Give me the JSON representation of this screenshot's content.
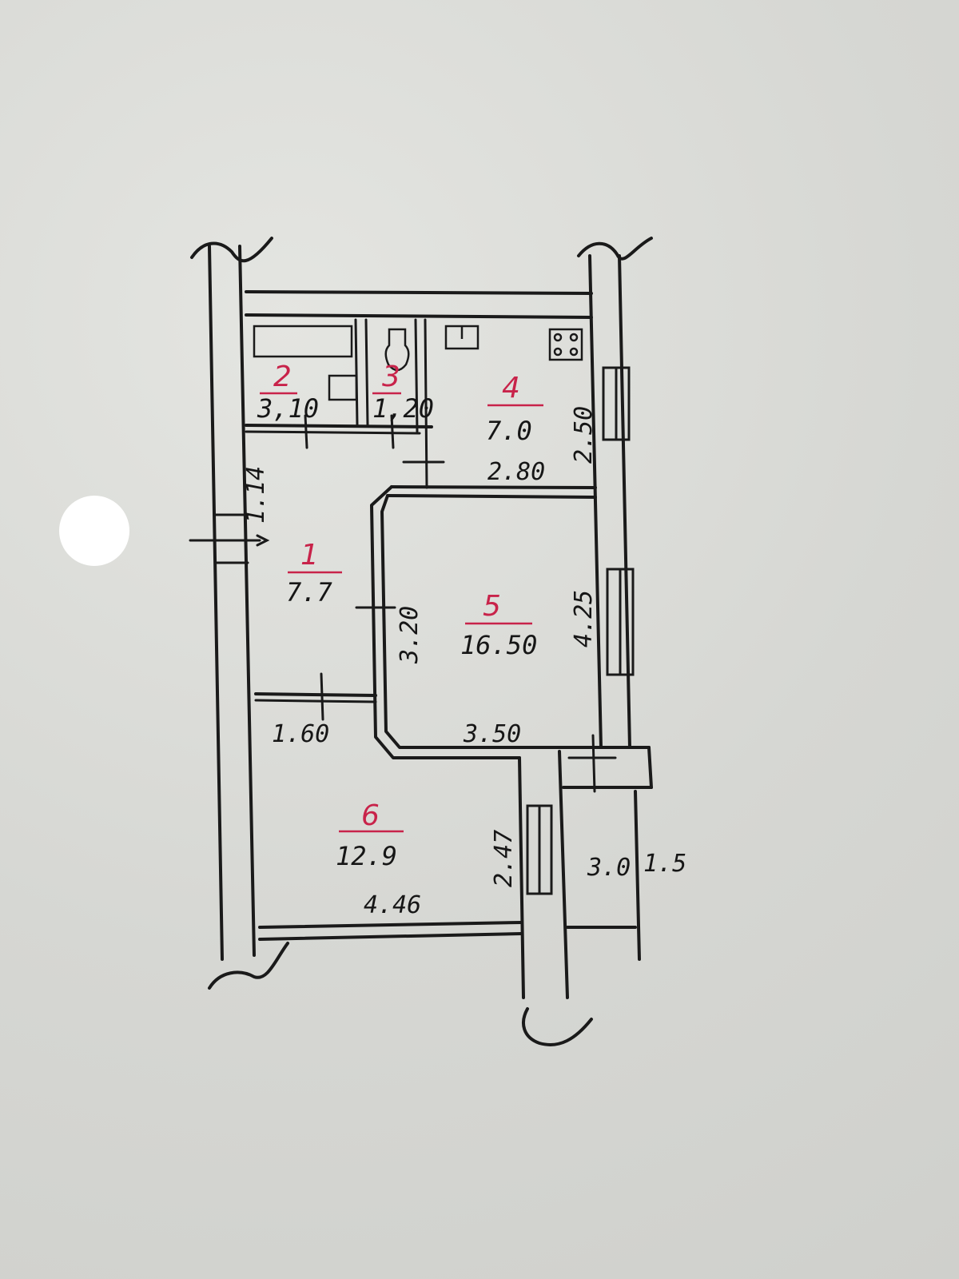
{
  "rooms": [
    {
      "id": "1",
      "number": "1",
      "area": "7.7"
    },
    {
      "id": "2",
      "number": "2",
      "area": "3,10"
    },
    {
      "id": "3",
      "number": "3",
      "area": "1,20"
    },
    {
      "id": "4",
      "number": "4",
      "area": "7.0"
    },
    {
      "id": "5",
      "number": "5",
      "area": "16.50"
    },
    {
      "id": "6",
      "number": "6",
      "area": "12.9"
    }
  ],
  "dimensions": {
    "hall_depth": "1.14",
    "kitchen_width": "2.80",
    "kitchen_depth": "2.50",
    "living_depth_left": "3.20",
    "living_depth_right": "4.25",
    "living_width": "3.50",
    "hall_width": "1.60",
    "bedroom_depth": "2.47",
    "bedroom_width": "4.46",
    "balcony_length": "3.0",
    "balcony_width": "1.5"
  },
  "colors": {
    "room_number": "#c8234a",
    "ink": "#161616",
    "paper": "#d9dad6"
  }
}
